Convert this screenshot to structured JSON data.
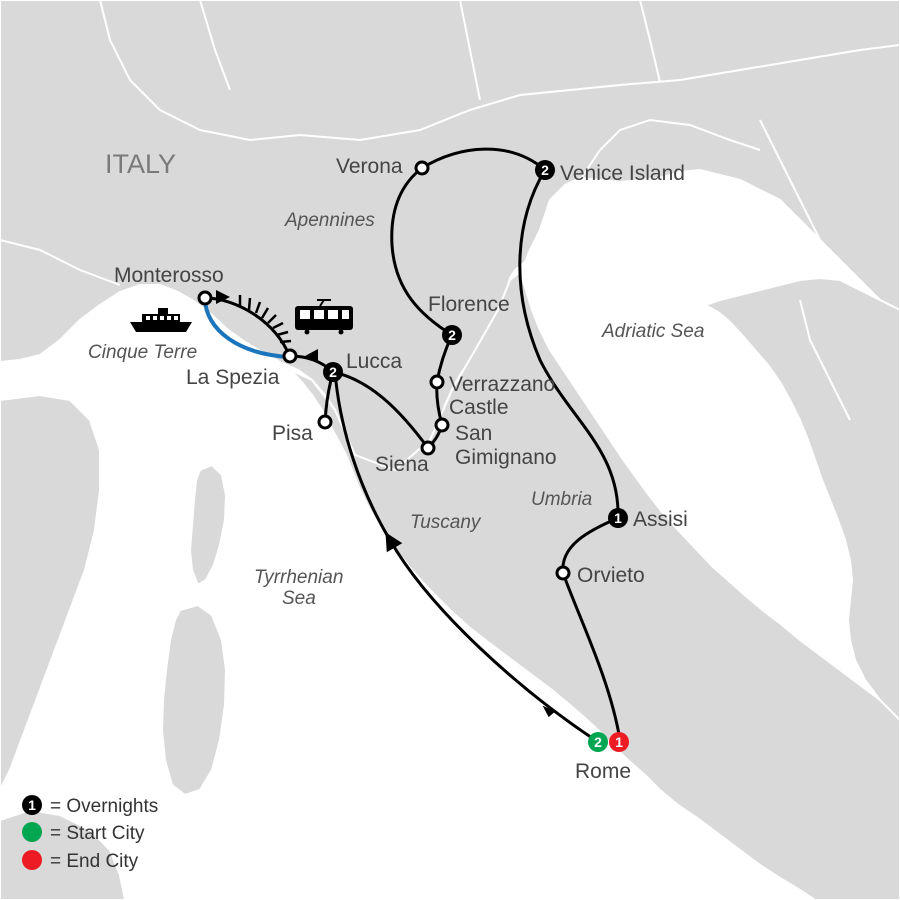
{
  "colors": {
    "land": "#d9d9d9",
    "sea": "#ffffff",
    "border": "#ffffff",
    "route": "#000000",
    "ferry": "#1a75bc",
    "overnight": "#000000",
    "start": "#00a651",
    "end": "#ed1c24"
  },
  "map": {
    "country_label": "ITALY",
    "regions": [
      {
        "id": "apennines",
        "label": "Apennines"
      },
      {
        "id": "adriatic",
        "label": "Adriatic Sea"
      },
      {
        "id": "cinque-terre",
        "label": "Cinque Terre"
      },
      {
        "id": "umbria",
        "label": "Umbria"
      },
      {
        "id": "tuscany",
        "label": "Tuscany"
      },
      {
        "id": "tyrrhenian-1",
        "label": "Tyrrhenian"
      },
      {
        "id": "tyrrhenian-2",
        "label": "Sea"
      }
    ],
    "cities": [
      {
        "id": "verona",
        "label": "Verona",
        "marker": "stop"
      },
      {
        "id": "venice",
        "label": "Venice Island",
        "marker": "overnight",
        "nights": "2"
      },
      {
        "id": "monterosso",
        "label": "Monterosso",
        "marker": "stop"
      },
      {
        "id": "florence",
        "label": "Florence",
        "marker": "overnight",
        "nights": "2"
      },
      {
        "id": "la-spezia",
        "label": "La Spezia",
        "marker": "stop"
      },
      {
        "id": "lucca",
        "label": "Lucca",
        "marker": "overnight",
        "nights": "2"
      },
      {
        "id": "verrazzano",
        "label": "Verrazzano",
        "label2": "Castle",
        "marker": "stop"
      },
      {
        "id": "pisa",
        "label": "Pisa",
        "marker": "stop"
      },
      {
        "id": "san-gimignano",
        "label": "San",
        "label2": "Gimignano",
        "marker": "stop"
      },
      {
        "id": "siena",
        "label": "Siena",
        "marker": "stop"
      },
      {
        "id": "assisi",
        "label": "Assisi",
        "marker": "overnight",
        "nights": "1"
      },
      {
        "id": "orvieto",
        "label": "Orvieto",
        "marker": "stop"
      },
      {
        "id": "rome",
        "label": "Rome",
        "marker": "start-end",
        "start_nights": "2",
        "end_nights": "1"
      }
    ],
    "transport_icons": [
      "ship-icon",
      "train-icon"
    ]
  },
  "legend": {
    "overnight": {
      "num": "1",
      "text": "= Overnights"
    },
    "start": {
      "text": "= Start City"
    },
    "end": {
      "text": "= End City"
    }
  }
}
